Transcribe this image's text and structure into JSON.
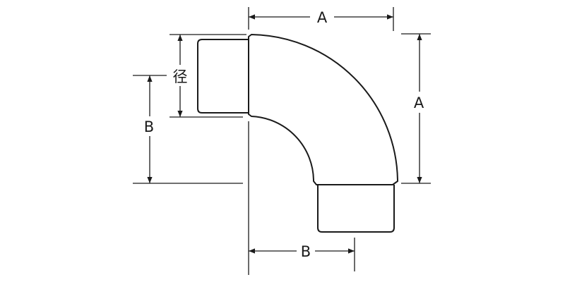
{
  "labels": {
    "top_dimension": "A",
    "right_dimension": "A",
    "left_dimension": "B",
    "bottom_dimension": "B",
    "diameter": "径"
  },
  "colors": {
    "line": "#1a1a1a",
    "background": "#ffffff"
  }
}
